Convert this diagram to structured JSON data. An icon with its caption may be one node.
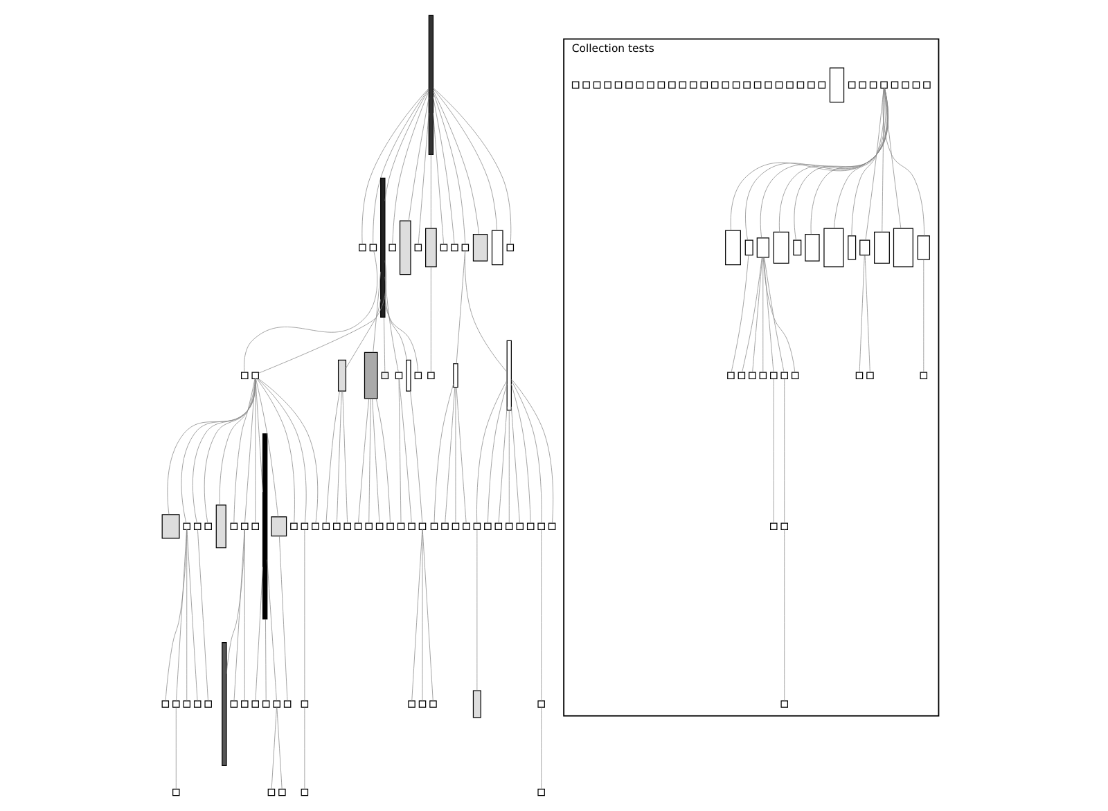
{
  "diagram": {
    "nodes": [
      {
        "text": [],
        "shape": "bar"
      },
      {
        "text": [],
        "shape": "box"
      },
      {
        "text": [],
        "shape": "box"
      },
      {
        "text": [],
        "shape": "box"
      },
      {
        "text": [],
        "shape": "bar"
      },
      {
        "text": [],
        "shape": "box"
      },
      {
        "text": [],
        "shape": "bar"
      },
      {
        "text": [],
        "shape": "box"
      },
      {
        "text": [],
        "shape": "bar"
      },
      {
        "text": [],
        "shape": "box"
      },
      {
        "text": [],
        "shape": "box"
      },
      {
        "text": [],
        "shape": "box"
      },
      {
        "text": [],
        "shape": "box"
      },
      {
        "text": [],
        "shape": "bar"
      },
      {
        "text": [],
        "shape": "box"
      },
      {
        "text": [],
        "shape": "box"
      },
      {
        "text": [],
        "shape": "bar"
      },
      {
        "text": [],
        "shape": "bar"
      },
      {
        "text": [],
        "shape": "box"
      },
      {
        "text": [],
        "shape": "box"
      },
      {
        "text": [],
        "shape": "box"
      },
      {
        "text": [],
        "shape": "box"
      },
      {
        "text": [],
        "shape": "box"
      },
      {
        "text": [],
        "shape": "box"
      },
      {
        "text": [],
        "shape": "box"
      },
      {
        "text": [],
        "shape": "box"
      },
      {
        "text": [],
        "shape": "box"
      },
      {
        "text": [],
        "shape": "box"
      },
      {
        "text": [],
        "shape": "box"
      },
      {
        "text": [],
        "shape": "box"
      },
      {
        "text": [],
        "shape": "bar"
      },
      {
        "text": [],
        "shape": "box"
      },
      {
        "text": [],
        "shape": "box"
      },
      {
        "text": [],
        "shape": "box"
      },
      {
        "text": [],
        "shape": "bar"
      },
      {
        "text": [],
        "shape": "bar"
      },
      {
        "text": [],
        "shape": "box"
      },
      {
        "text": [],
        "shape": "box"
      },
      {
        "text": [],
        "shape": "bar"
      },
      {
        "text": [],
        "shape": "box"
      },
      {
        "text": [],
        "shape": "box"
      },
      {
        "text": [],
        "shape": "box"
      },
      {
        "text": [],
        "shape": "box"
      },
      {
        "text": [],
        "shape": "box"
      },
      {
        "text": [],
        "shape": "bar"
      },
      {
        "text": [],
        "shape": "box"
      },
      {
        "text": [],
        "shape": "box"
      },
      {
        "text": [],
        "shape": "box"
      },
      {
        "text": [],
        "shape": "bar"
      },
      {
        "text": [],
        "shape": "box"
      },
      {
        "text": [],
        "shape": "box"
      },
      {
        "text": [],
        "shape": "box"
      },
      {
        "text": [],
        "shape": "box"
      },
      {
        "text": [],
        "shape": "box"
      },
      {
        "text": [],
        "shape": "box"
      },
      {
        "text": [],
        "shape": "box"
      },
      {
        "text": [],
        "shape": "box"
      },
      {
        "text": [],
        "shape": "box"
      },
      {
        "text": [],
        "shape": "box"
      },
      {
        "text": [],
        "shape": "bar"
      },
      {
        "text": [],
        "shape": "box"
      },
      {
        "text": [],
        "shape": "box"
      },
      {
        "text": [],
        "shape": "box"
      },
      {
        "text": [],
        "shape": "box"
      },
      {
        "text": [],
        "shape": "box"
      },
      {
        "text": [],
        "shape": "box"
      },
      {
        "text": [],
        "shape": "box"
      },
      {
        "text": [],
        "shape": "box"
      },
      {
        "text": [],
        "shape": "box"
      },
      {
        "text": [],
        "shape": "box"
      },
      {
        "text": [],
        "shape": "box"
      },
      {
        "text": [],
        "shape": "box"
      },
      {
        "text": [],
        "shape": "box"
      },
      {
        "text": [],
        "shape": "box"
      },
      {
        "text": [],
        "shape": "box"
      },
      {
        "text": [],
        "shape": "box"
      },
      {
        "text": [],
        "shape": "box"
      },
      {
        "text": [],
        "shape": "box"
      },
      {
        "text": [],
        "shape": "box"
      },
      {
        "text": [],
        "shape": "box"
      },
      {
        "text": [],
        "shape": "box"
      },
      {
        "text": [],
        "shape": "box"
      },
      {
        "text": [],
        "shape": "box"
      },
      {
        "text": [
          "Collection tests"
        ]
      },
      {
        "text": [],
        "shape": "box",
        "in": 83
      },
      {
        "text": [],
        "shape": "box",
        "in": 83
      },
      {
        "text": [],
        "shape": "box",
        "in": 83
      },
      {
        "text": [],
        "shape": "box",
        "in": 83
      },
      {
        "text": [],
        "shape": "box",
        "in": 83
      },
      {
        "text": [],
        "shape": "box",
        "in": 83
      },
      {
        "text": [],
        "shape": "box",
        "in": 83
      },
      {
        "text": [],
        "shape": "box",
        "in": 83
      },
      {
        "text": [],
        "shape": "box",
        "in": 83
      },
      {
        "text": [],
        "shape": "box",
        "in": 83
      },
      {
        "text": [],
        "shape": "box",
        "in": 83
      },
      {
        "text": [],
        "shape": "box",
        "in": 83
      },
      {
        "text": [],
        "shape": "box",
        "in": 83
      },
      {
        "text": [],
        "shape": "box",
        "in": 83
      },
      {
        "text": [],
        "shape": "box",
        "in": 83
      },
      {
        "text": [],
        "shape": "box",
        "in": 83
      },
      {
        "text": [],
        "shape": "box",
        "in": 83
      },
      {
        "text": [],
        "shape": "box",
        "in": 83
      },
      {
        "text": [],
        "shape": "box",
        "in": 83
      },
      {
        "text": [],
        "shape": "box",
        "in": 83
      },
      {
        "text": [],
        "shape": "box",
        "in": 83
      },
      {
        "text": [],
        "shape": "box",
        "in": 83
      },
      {
        "text": [],
        "shape": "box",
        "in": 83
      },
      {
        "text": [],
        "shape": "box",
        "in": 83
      },
      {
        "text": [],
        "shape": "box",
        "in": 83
      },
      {
        "text": [],
        "shape": "box",
        "in": 83
      },
      {
        "text": [],
        "shape": "box",
        "in": 83
      },
      {
        "text": [],
        "shape": "box",
        "in": 83
      },
      {
        "text": [],
        "shape": "box",
        "in": 83
      },
      {
        "text": [],
        "shape": "box",
        "in": 83
      },
      {
        "text": [],
        "shape": "box",
        "in": 83
      },
      {
        "text": [],
        "shape": "box",
        "in": 83
      },
      {
        "text": [],
        "shape": "box",
        "in": 83
      },
      {
        "text": [],
        "shape": "box",
        "in": 83
      },
      {
        "text": [],
        "shape": "box",
        "in": 83
      },
      {
        "text": [],
        "shape": "box",
        "in": 83
      },
      {
        "text": [],
        "shape": "box",
        "in": 83
      },
      {
        "text": [],
        "shape": "box",
        "in": 83
      },
      {
        "text": [],
        "shape": "box",
        "in": 83
      },
      {
        "text": [],
        "shape": "box",
        "in": 83
      },
      {
        "text": [],
        "shape": "box",
        "in": 83
      },
      {
        "text": [],
        "shape": "box",
        "in": 83
      },
      {
        "text": [],
        "shape": "box",
        "in": 83
      },
      {
        "text": [],
        "shape": "box",
        "in": 83
      },
      {
        "text": [],
        "shape": "box",
        "in": 83
      },
      {
        "text": [],
        "shape": "box",
        "in": 83
      },
      {
        "text": [],
        "shape": "box",
        "in": 83
      },
      {
        "text": [],
        "shape": "box",
        "in": 83
      },
      {
        "text": [],
        "shape": "box",
        "in": 83
      },
      {
        "text": [],
        "shape": "box",
        "in": 83
      },
      {
        "text": [],
        "shape": "box",
        "in": 83
      },
      {
        "text": [],
        "shape": "box",
        "in": 83
      },
      {
        "text": [],
        "shape": "box",
        "in": 83
      },
      {
        "text": [],
        "shape": "box",
        "in": 83
      },
      {
        "text": [],
        "shape": "box",
        "in": 83
      },
      {
        "text": [],
        "shape": "box",
        "in": 83
      },
      {
        "text": [],
        "shape": "box",
        "in": 83
      },
      {
        "text": [],
        "shape": "box",
        "in": 83
      }
    ],
    "edges": [
      {
        "from": 0,
        "to": 1,
        "arrow": "none"
      },
      {
        "from": 0,
        "to": 2,
        "arrow": "none"
      },
      {
        "from": 2,
        "to": 3,
        "arrow": "none"
      },
      {
        "from": 0,
        "to": 4,
        "arrow": "none"
      },
      {
        "from": 0,
        "to": 5,
        "arrow": "none"
      },
      {
        "from": 0,
        "to": 6,
        "arrow": "none"
      },
      {
        "from": 0,
        "to": 7,
        "arrow": "none"
      },
      {
        "from": 0,
        "to": 8,
        "arrow": "none"
      },
      {
        "from": 0,
        "to": 9,
        "arrow": "none"
      },
      {
        "from": 0,
        "to": 10,
        "arrow": "none"
      },
      {
        "from": 0,
        "to": 11,
        "arrow": "none"
      },
      {
        "from": 0,
        "to": 12,
        "arrow": "none"
      },
      {
        "from": 0,
        "to": 13,
        "arrow": "none"
      },
      {
        "from": 0,
        "to": 14,
        "arrow": "none"
      },
      {
        "from": 8,
        "to": 15,
        "arrow": "none"
      },
      {
        "from": 11,
        "to": 16,
        "arrow": "none"
      },
      {
        "from": 11,
        "to": 17,
        "arrow": "none"
      },
      {
        "from": 16,
        "to": 18,
        "arrow": "none"
      },
      {
        "from": 16,
        "to": 19,
        "arrow": "none"
      },
      {
        "from": 16,
        "to": 20,
        "arrow": "none"
      },
      {
        "from": 16,
        "to": 21,
        "arrow": "none"
      },
      {
        "from": 17,
        "to": 22,
        "arrow": "none"
      },
      {
        "from": 17,
        "to": 23,
        "arrow": "none"
      },
      {
        "from": 17,
        "to": 24,
        "arrow": "none"
      },
      {
        "from": 17,
        "to": 25,
        "arrow": "none"
      },
      {
        "from": 17,
        "to": 26,
        "arrow": "none"
      },
      {
        "from": 17,
        "to": 27,
        "arrow": "none"
      },
      {
        "from": 17,
        "to": 28,
        "arrow": "none"
      },
      {
        "from": 17,
        "to": 29,
        "arrow": "none"
      },
      {
        "from": 22,
        "to": 30,
        "arrow": "none"
      },
      {
        "from": 28,
        "to": 31,
        "arrow": "none"
      },
      {
        "from": 31,
        "to": 32,
        "arrow": "none"
      },
      {
        "from": 4,
        "to": 33,
        "arrow": "none"
      },
      {
        "from": 4,
        "to": 34,
        "arrow": "none"
      },
      {
        "from": 4,
        "to": 35,
        "arrow": "none"
      },
      {
        "from": 4,
        "to": 36,
        "arrow": "none"
      },
      {
        "from": 4,
        "to": 37,
        "arrow": "none"
      },
      {
        "from": 4,
        "to": 38,
        "arrow": "none"
      },
      {
        "from": 4,
        "to": 39,
        "arrow": "none"
      },
      {
        "from": 33,
        "to": 40,
        "arrow": "none"
      },
      {
        "from": 33,
        "to": 41,
        "arrow": "none"
      },
      {
        "from": 33,
        "to": 42,
        "arrow": "none"
      },
      {
        "from": 33,
        "to": 43,
        "arrow": "none"
      },
      {
        "from": 33,
        "to": 44,
        "arrow": "none"
      },
      {
        "from": 33,
        "to": 45,
        "arrow": "none"
      },
      {
        "from": 33,
        "to": 46,
        "arrow": "none"
      },
      {
        "from": 33,
        "to": 47,
        "arrow": "none"
      },
      {
        "from": 33,
        "to": 48,
        "arrow": "none"
      },
      {
        "from": 33,
        "to": 49,
        "arrow": "none"
      },
      {
        "from": 33,
        "to": 50,
        "arrow": "none"
      },
      {
        "from": 33,
        "to": 51,
        "arrow": "none"
      },
      {
        "from": 33,
        "to": 52,
        "arrow": "none"
      },
      {
        "from": 41,
        "to": 53,
        "arrow": "none"
      },
      {
        "from": 41,
        "to": 54,
        "arrow": "none"
      },
      {
        "from": 41,
        "to": 55,
        "arrow": "none"
      },
      {
        "from": 41,
        "to": 56,
        "arrow": "none"
      },
      {
        "from": 54,
        "to": 57,
        "arrow": "none"
      },
      {
        "from": 42,
        "to": 58,
        "arrow": "none"
      },
      {
        "from": 46,
        "to": 59,
        "arrow": "none"
      },
      {
        "from": 46,
        "to": 60,
        "arrow": "none"
      },
      {
        "from": 46,
        "to": 61,
        "arrow": "none"
      },
      {
        "from": 49,
        "to": 62,
        "arrow": "none"
      },
      {
        "from": 51,
        "to": 63,
        "arrow": "none"
      },
      {
        "from": 63,
        "to": 64,
        "arrow": "none"
      },
      {
        "from": 48,
        "to": 65,
        "arrow": "none"
      },
      {
        "from": 48,
        "to": 66,
        "arrow": "none"
      },
      {
        "from": 48,
        "to": 67,
        "arrow": "none"
      },
      {
        "from": 67,
        "to": 68,
        "arrow": "none"
      },
      {
        "from": 67,
        "to": 69,
        "arrow": "none"
      },
      {
        "from": 34,
        "to": 70,
        "arrow": "none"
      },
      {
        "from": 34,
        "to": 71,
        "arrow": "none"
      },
      {
        "from": 34,
        "to": 72,
        "arrow": "none"
      },
      {
        "from": 35,
        "to": 73,
        "arrow": "none"
      },
      {
        "from": 35,
        "to": 74,
        "arrow": "none"
      },
      {
        "from": 35,
        "to": 75,
        "arrow": "none"
      },
      {
        "from": 35,
        "to": 76,
        "arrow": "none"
      },
      {
        "from": 37,
        "to": 77,
        "arrow": "none"
      },
      {
        "from": 37,
        "to": 78,
        "arrow": "none"
      },
      {
        "from": 38,
        "to": 79,
        "arrow": "none"
      },
      {
        "from": 79,
        "to": 80,
        "arrow": "none"
      },
      {
        "from": 79,
        "to": 81,
        "arrow": "none"
      },
      {
        "from": 79,
        "to": 82,
        "arrow": "none"
      },
      {
        "from": 88,
        "to": 117,
        "arrow": "none"
      },
      {
        "from": 88,
        "to": 118,
        "arrow": "none"
      },
      {
        "from": 88,
        "to": 119,
        "arrow": "none"
      },
      {
        "from": 88,
        "to": 120,
        "arrow": "none"
      },
      {
        "from": 88,
        "to": 121,
        "arrow": "none"
      },
      {
        "from": 88,
        "to": 122,
        "arrow": "none"
      },
      {
        "from": 88,
        "to": 123,
        "arrow": "none"
      },
      {
        "from": 88,
        "to": 124,
        "arrow": "none"
      },
      {
        "from": 88,
        "to": 125,
        "arrow": "none"
      },
      {
        "from": 88,
        "to": 126,
        "arrow": "none"
      },
      {
        "from": 88,
        "to": 127,
        "arrow": "none"
      },
      {
        "from": 88,
        "to": 128,
        "arrow": "none"
      },
      {
        "from": 118,
        "to": 129,
        "arrow": "none"
      },
      {
        "from": 119,
        "to": 130,
        "arrow": "none"
      },
      {
        "from": 119,
        "to": 131,
        "arrow": "none"
      },
      {
        "from": 119,
        "to": 132,
        "arrow": "none"
      },
      {
        "from": 119,
        "to": 133,
        "arrow": "none"
      },
      {
        "from": 119,
        "to": 134,
        "arrow": "none"
      },
      {
        "from": 119,
        "to": 135,
        "arrow": "none"
      },
      {
        "from": 133,
        "to": 136,
        "arrow": "none"
      },
      {
        "from": 134,
        "to": 137,
        "arrow": "none"
      },
      {
        "from": 137,
        "to": 138,
        "arrow": "none"
      },
      {
        "from": 125,
        "to": 139,
        "arrow": "none"
      },
      {
        "from": 125,
        "to": 140,
        "arrow": "none"
      },
      {
        "from": 128,
        "to": 141,
        "arrow": "none"
      }
    ]
  }
}
